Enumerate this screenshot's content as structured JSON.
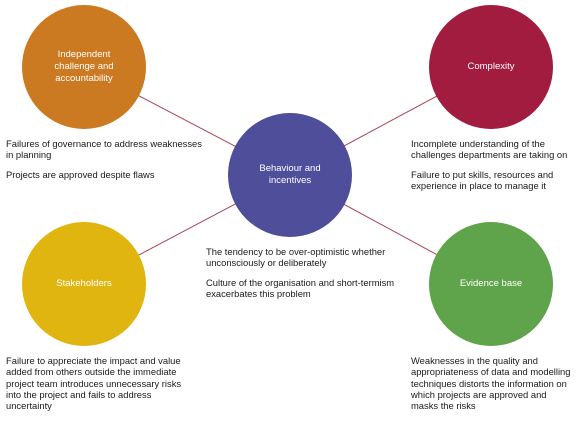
{
  "colors": {
    "independent": "#cc7a21",
    "complexity": "#a21c40",
    "behaviour": "#4f4e9b",
    "stakeholders": "#e0b50f",
    "evidence": "#5fa44b",
    "connector": "#a8455a"
  },
  "nodes": {
    "independent": {
      "label": "Independent challenge and accountability",
      "captions": [
        "Failures of governance to address weaknesses in planning",
        "Projects are approved despite flaws"
      ]
    },
    "complexity": {
      "label": "Complexity",
      "captions": [
        "Incomplete understanding of the challenges departments are taking on",
        "Failure to put skills, resources and experience in place to manage it"
      ]
    },
    "behaviour": {
      "label": "Behaviour and incentives",
      "captions": [
        "The tendency to be over-optimistic whether unconsciously or deliberately",
        "Culture of the organisation and short-termism exacerbates this problem"
      ]
    },
    "stakeholders": {
      "label": "Stakeholders",
      "captions": [
        "Failure to appreciate the impact and value added from others outside the immediate project team introduces unnecessary risks into the project and fails to address uncertainty"
      ]
    },
    "evidence": {
      "label": "Evidence base",
      "captions": [
        "Weaknesses in the quality and appropriateness of data and modelling techniques distorts the information on which projects are approved and masks the risks"
      ]
    }
  }
}
